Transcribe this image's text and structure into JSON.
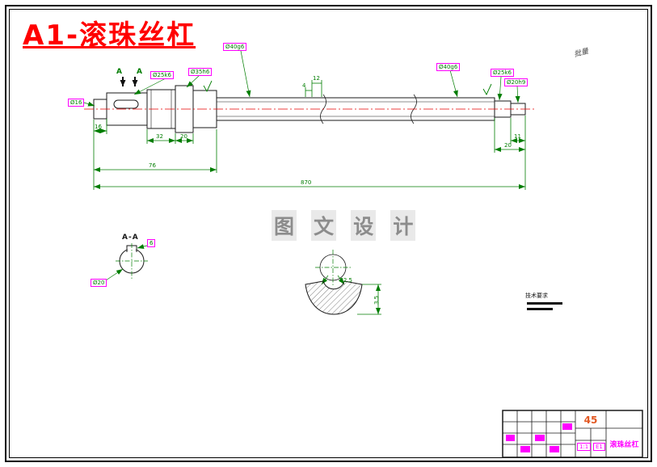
{
  "colors": {
    "title_red": "#ff0000",
    "dimension_green": "#007d00",
    "centerline_red": "#e60000",
    "tolerance_magenta": "#ff00ff",
    "material_orange": "#e25822",
    "watermark_gray": "#8c8c8c"
  },
  "sheet": {
    "title": "A1-滚珠丝杠",
    "corner_note": "批量",
    "watermark_chars": [
      "图",
      "文",
      "设",
      "计"
    ]
  },
  "main_view": {
    "section_mark_left": "A",
    "section_mark_right": "A",
    "labels": {
      "left_end_diameter": "Ø16",
      "journal_left": "Ø25k6",
      "collar_left": "Ø35h6",
      "body_left": "Ø40g6",
      "body_right": "Ø40g6",
      "journal_right": "Ø25k6",
      "end_right": "Ø20h9"
    },
    "dims": {
      "left_step": "16",
      "step_a": "32",
      "step_b": "20",
      "pitch_small": "4",
      "pitch": "12",
      "left_length": "76",
      "total_length": "870",
      "right_step_a": "11",
      "right_step_b": "20"
    }
  },
  "section_view": {
    "title": "A-A",
    "bore_dim": "Ø20",
    "key_dim": "6"
  },
  "detail_view": {
    "radius_dim": "R2.5",
    "depth_dim": "3.5"
  },
  "tech_note": {
    "heading": "技术要求"
  },
  "title_block": {
    "material": "45",
    "part_name": "滚珠丝杠",
    "scale": "1:1",
    "sheet_no": "E1"
  }
}
